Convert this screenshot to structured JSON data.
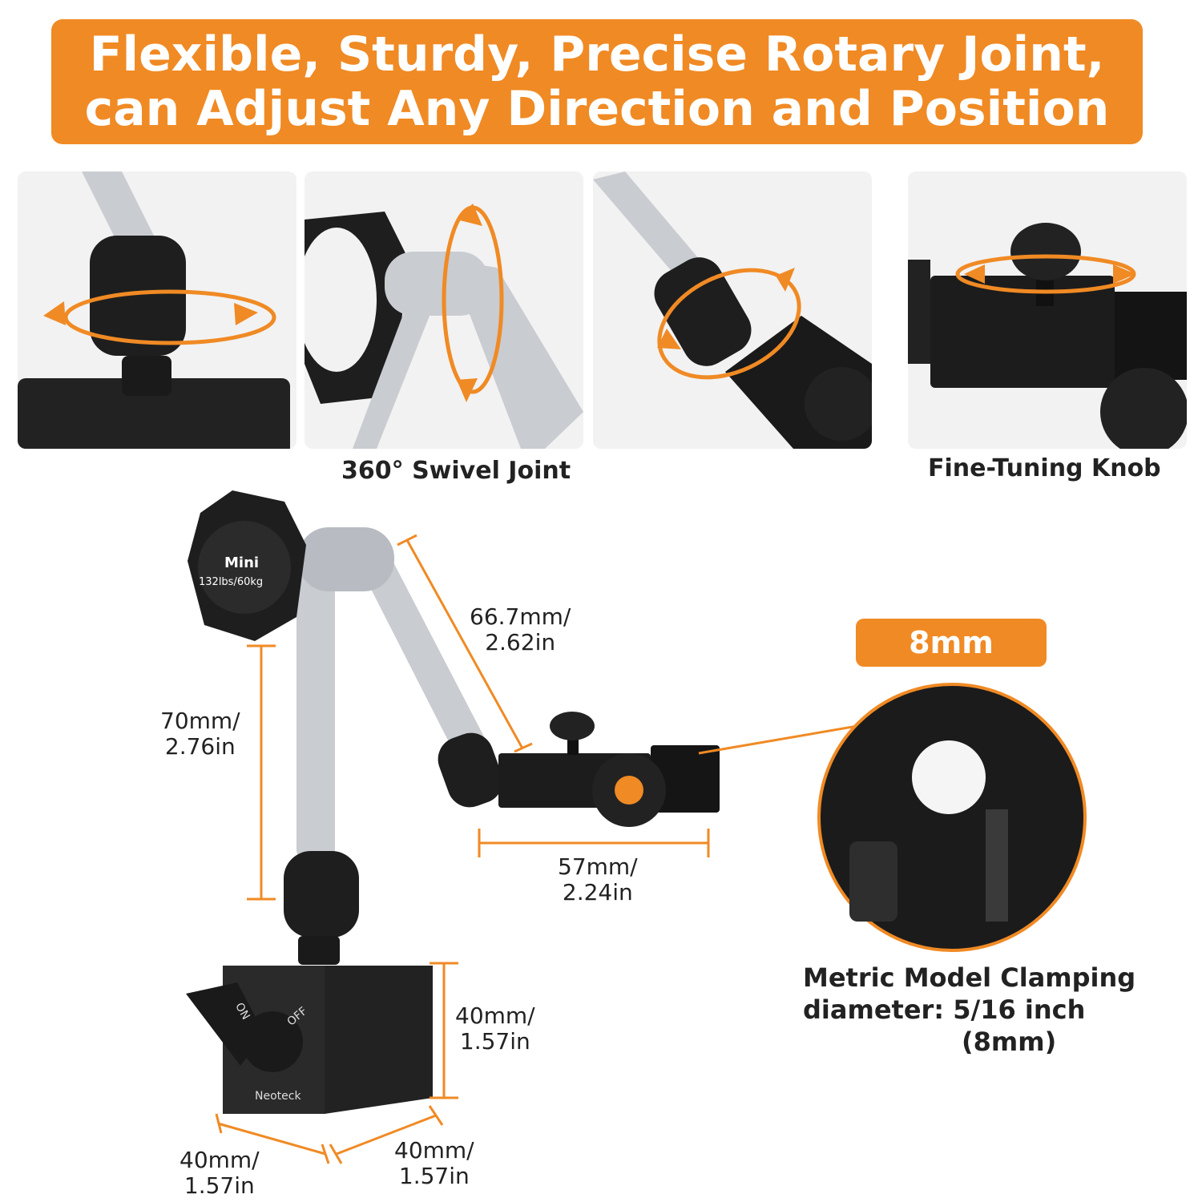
{
  "headline": {
    "line1": "Flexible, Sturdy, Precise Rotary Joint,",
    "line2": "can Adjust Any Direction and Position"
  },
  "captions": {
    "swivel": "360° Swivel Joint",
    "fine_tuning": "Fine-Tuning Knob"
  },
  "product_labels": {
    "knob_model": "Mini",
    "knob_rating": "132lbs/60kg",
    "base_on": "ON",
    "base_off": "OFF",
    "base_brand": "Neoteck"
  },
  "dimensions": {
    "upper_arm": {
      "l1": "66.7mm/",
      "l2": "2.62in"
    },
    "lower_arm": {
      "l1": "70mm/",
      "l2": "2.76in"
    },
    "clamp_width": {
      "l1": "57mm/",
      "l2": "2.24in"
    },
    "base_height": {
      "l1": "40mm/",
      "l2": "1.57in"
    },
    "base_depth": {
      "l1": "40mm/",
      "l2": "1.57in"
    },
    "base_width": {
      "l1": "40mm/",
      "l2": "1.57in"
    }
  },
  "clamp_badge": "8mm",
  "clamp_note": {
    "line1": "Metric Model Clamping",
    "line2": "diameter: 5/16 inch",
    "line3": "(8mm)"
  },
  "colors": {
    "accent": "#f08a24",
    "panel_bg": "#f2f2f2",
    "metal": "#c9ccd1",
    "black_part": "#1c1c1c"
  }
}
